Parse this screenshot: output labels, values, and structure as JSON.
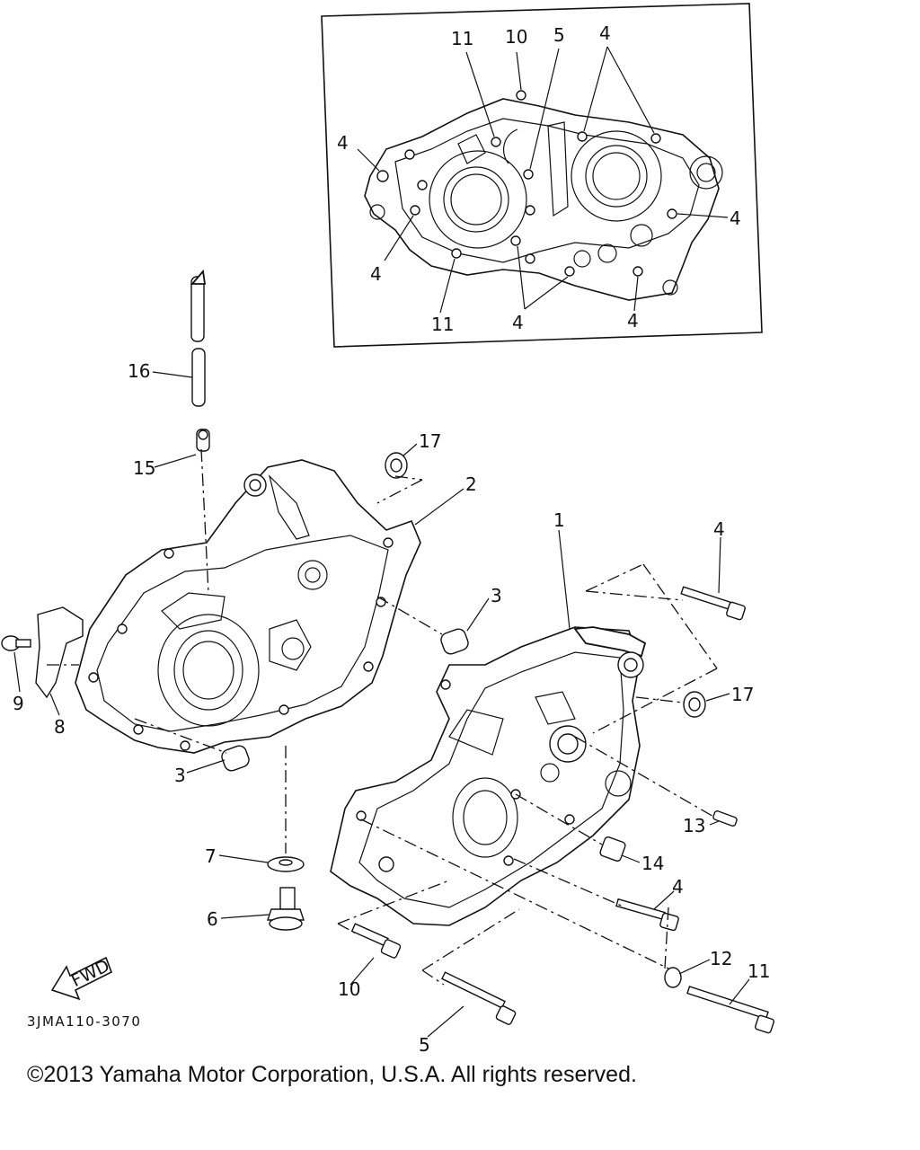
{
  "diagram_code": "3JMA110-3070",
  "fwd_label": "FWD",
  "copyright": "©2013 Yamaha Motor Corporation, U.S.A. All rights reserved.",
  "inset_labels": [
    "11",
    "10",
    "5",
    "4",
    "4",
    "4",
    "4",
    "11",
    "4",
    "4"
  ],
  "main_labels": [
    "16",
    "15",
    "17",
    "2",
    "1",
    "4",
    "3",
    "17",
    "9",
    "8",
    "3",
    "13",
    "7",
    "14",
    "6",
    "4",
    "10",
    "12",
    "11",
    "5"
  ]
}
